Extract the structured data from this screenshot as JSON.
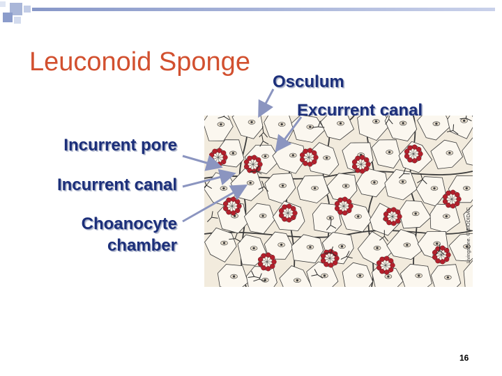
{
  "slide": {
    "title": "Leuconoid Sponge",
    "page_number": "16"
  },
  "labels": {
    "osculum": "Osculum",
    "excurrent_canal": "Excurrent canal",
    "incurrent_pore": "Incurrent pore",
    "incurrent_canal": "Incurrent canal",
    "choanocyte_line1": "Choanocyte",
    "choanocyte_line2": "chamber"
  },
  "figure": {
    "credit": "Livingstone. © BIODIDAC",
    "colors": {
      "background": "#f2ebdd",
      "cell_fill": "#fbf7ef",
      "outline": "#3a3a3a",
      "choanocyte": "#b3202c",
      "arrow": "#8b95c0"
    }
  },
  "theme": {
    "title_color": "#d2502f",
    "label_color": "#1c2f7a"
  }
}
